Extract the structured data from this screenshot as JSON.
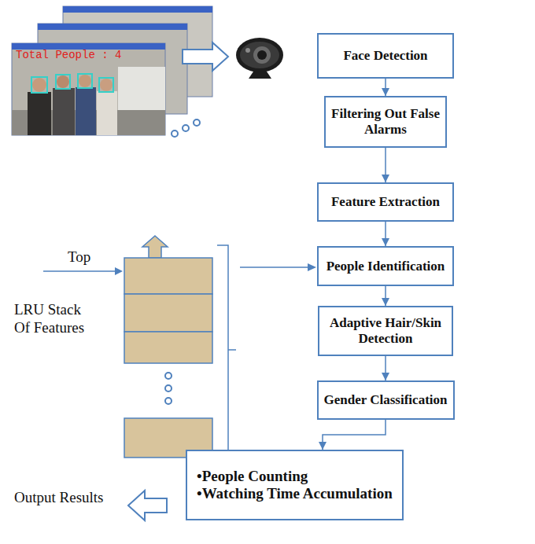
{
  "diagram": {
    "nodes": [
      {
        "text": [
          "Face Detection"
        ]
      },
      {
        "text": [
          "Filtering Out False Alarms"
        ]
      },
      {
        "text": [
          "Feature Extraction"
        ]
      },
      {
        "text": [
          "People Identification"
        ]
      },
      {
        "text": [
          "Adaptive Hair/Skin Detection"
        ]
      },
      {
        "text": [
          "Gender Classification"
        ]
      },
      {
        "text": [
          "•People Counting",
          "•Watching Time Accumulation"
        ]
      }
    ],
    "edges": [
      {
        "from": 0,
        "to": 1,
        "arrow": "to"
      },
      {
        "from": 1,
        "to": 2,
        "arrow": "to"
      },
      {
        "from": 2,
        "to": 3,
        "arrow": "to"
      },
      {
        "from": 3,
        "to": 4,
        "arrow": "to"
      },
      {
        "from": 4,
        "to": 5,
        "arrow": "to"
      },
      {
        "from": 5,
        "to": 6,
        "arrow": "to"
      }
    ],
    "labels": [
      "Total People : 4",
      "Top",
      "LRU Stack Of Features",
      "Output Results"
    ]
  }
}
